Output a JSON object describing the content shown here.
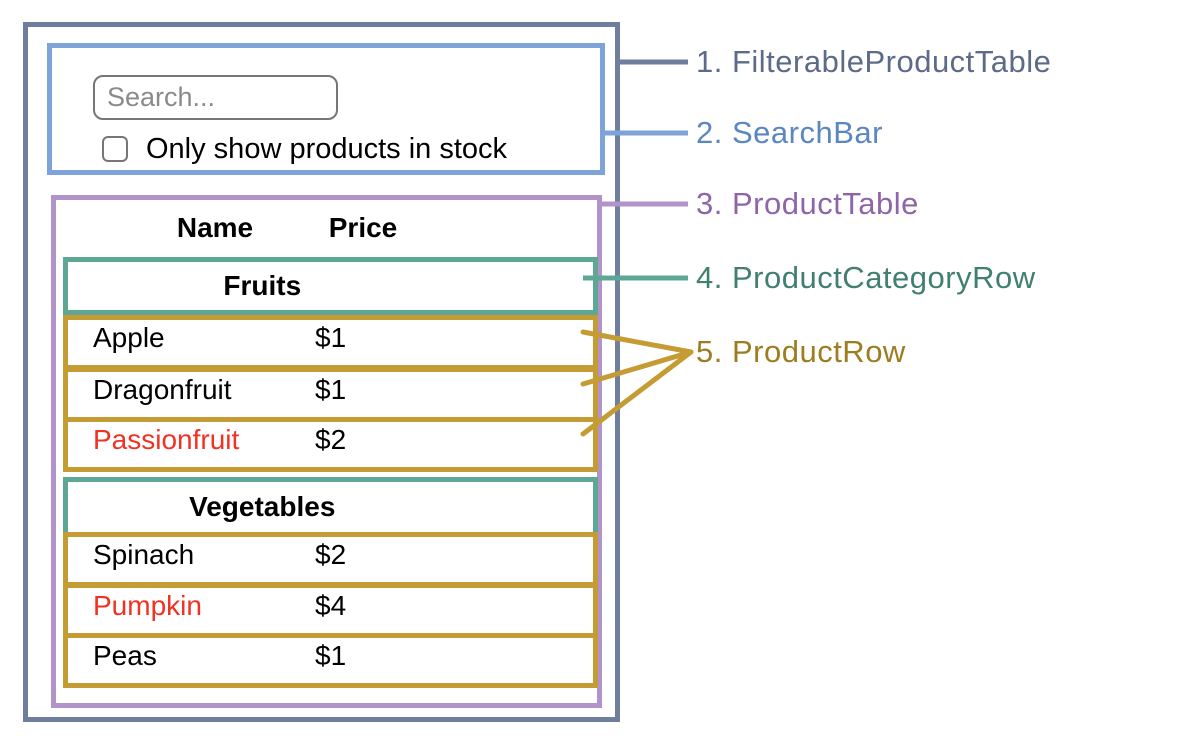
{
  "palette": {
    "gray_border": "#6e7e9c",
    "gray_text": "#5d6b88",
    "blue_border": "#7da3d8",
    "blue_text": "#5a86c1",
    "purple_border": "#b192c9",
    "purple_text": "#8f64a9",
    "teal_border": "#5da794",
    "teal_text": "#417f6f",
    "gold_border": "#c59b33",
    "gold_text": "#9e7c21",
    "red_text": "#f13122",
    "input_border": "#767676",
    "placeholder_text": "#8a8a8a"
  },
  "search_bar": {
    "input_placeholder": "Search...",
    "input_value": "",
    "checkbox_label": "Only show products in stock",
    "checkbox_checked": false
  },
  "table": {
    "header": {
      "name": "Name",
      "price": "Price"
    },
    "sections": [
      {
        "category": "Fruits",
        "rows": [
          {
            "name": "Apple",
            "price": "$1",
            "red_text": false
          },
          {
            "name": "Dragonfruit",
            "price": "$1",
            "red_text": false
          },
          {
            "name": "Passionfruit",
            "price": "$2",
            "red_text": true
          }
        ]
      },
      {
        "category": "Vegetables",
        "rows": [
          {
            "name": "Spinach",
            "price": "$2",
            "red_text": false
          },
          {
            "name": "Pumpkin",
            "price": "$4",
            "red_text": true
          },
          {
            "name": "Peas",
            "price": "$1",
            "red_text": false
          }
        ]
      }
    ]
  },
  "annotations": [
    {
      "label": "1. FilterableProductTable"
    },
    {
      "label": "2. SearchBar"
    },
    {
      "label": "3. ProductTable"
    },
    {
      "label": "4. ProductCategoryRow"
    },
    {
      "label": "5. ProductRow"
    }
  ]
}
